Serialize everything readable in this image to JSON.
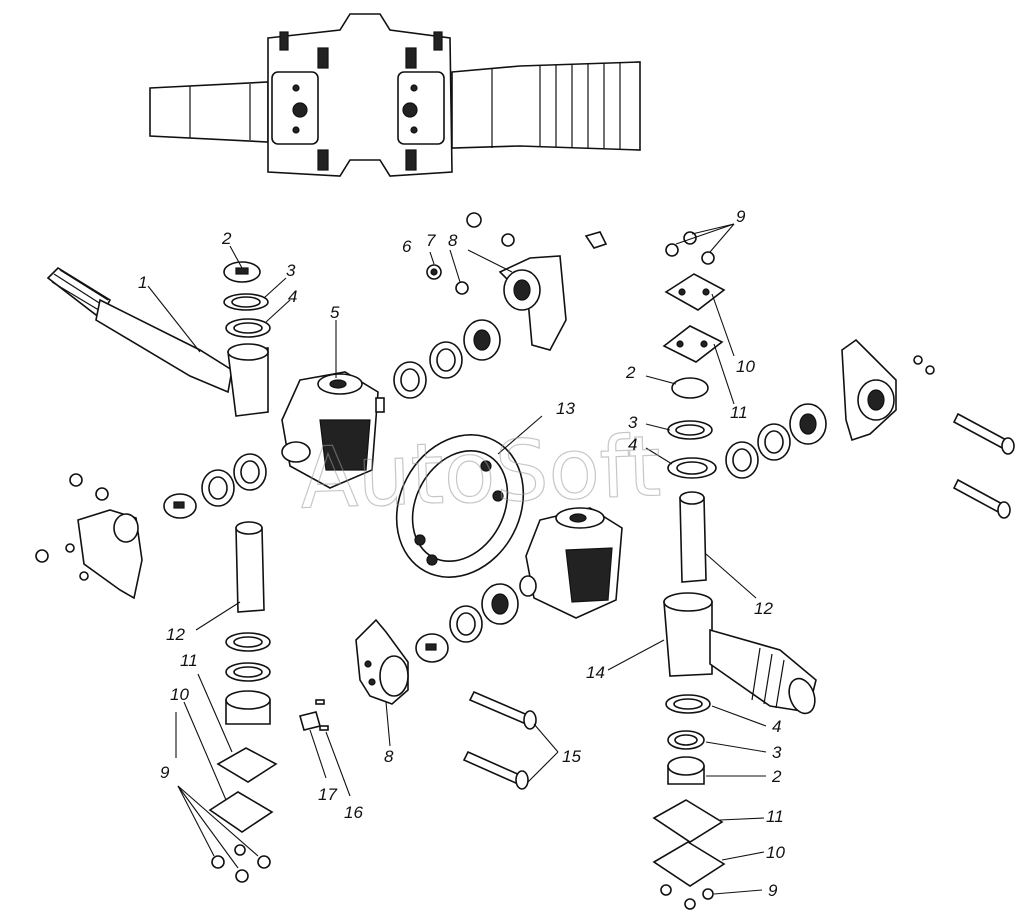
{
  "watermark": "AutoSoft",
  "callouts": {
    "n1": "1",
    "n2_top": "2",
    "n3_top": "3",
    "n4_top": "4",
    "n5": "5",
    "n6": "6",
    "n7": "7",
    "n8_top": "8",
    "n9_top": "9",
    "n10_top": "10",
    "n2_mid": "2",
    "n11_mid": "11",
    "n3_mid": "3",
    "n4_mid": "4",
    "n13": "13",
    "n12_right": "12",
    "n12_left": "12",
    "n11_left": "11",
    "n10_left": "10",
    "n9_left": "9",
    "n14": "14",
    "n17": "17",
    "n16": "16",
    "n8_bottom": "8",
    "n15": "15",
    "n4_bottom": "4",
    "n3_bottom": "3",
    "n2_bottom": "2",
    "n11_bottom": "11",
    "n10_bottom": "10",
    "n9_bottom": "9"
  }
}
